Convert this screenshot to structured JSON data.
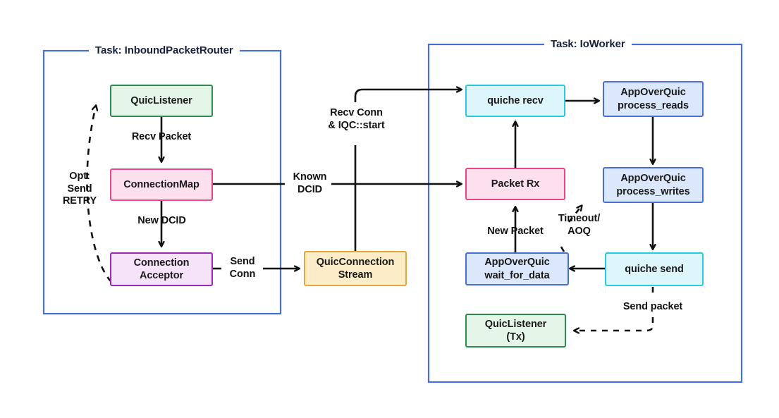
{
  "diagram": {
    "title_groups": [
      {
        "id": "inbound",
        "label": "Task: InboundPacketRouter"
      },
      {
        "id": "ioworker",
        "label": "Task: IoWorker"
      }
    ],
    "colors": {
      "group_border": "#4a6fd4",
      "green_border": "#2e8b4f",
      "green_fill": "#e4f6e8",
      "pink_border": "#e8458a",
      "pink_fill": "#fce0ee",
      "purple_border": "#9b28b8",
      "purple_fill": "#f6e3fa",
      "orange_border": "#e0a93a",
      "orange_fill": "#fdecc8",
      "cyan_border": "#2ec8dd",
      "cyan_fill": "#dcf6fb",
      "blue_border": "#4a6fd4",
      "blue_fill": "#dbe7fb",
      "arrow": "#111111"
    },
    "nodes": [
      {
        "id": "quic-listener",
        "label": "QuicListener",
        "group": "inbound",
        "color": "green"
      },
      {
        "id": "connection-map",
        "label": "ConnectionMap",
        "group": "inbound",
        "color": "pink"
      },
      {
        "id": "connection-acceptor",
        "label": "Connection\nAcceptor",
        "group": "inbound",
        "color": "purple"
      },
      {
        "id": "quic-connection-stream",
        "label": "QuicConnection\nStream",
        "group": "none",
        "color": "orange"
      },
      {
        "id": "quiche-recv",
        "label": "quiche recv",
        "group": "ioworker",
        "color": "cyan"
      },
      {
        "id": "process-reads",
        "label": "AppOverQuic\nprocess_reads",
        "group": "ioworker",
        "color": "blue"
      },
      {
        "id": "packet-rx",
        "label": "Packet Rx",
        "group": "ioworker",
        "color": "pink"
      },
      {
        "id": "process-writes",
        "label": "AppOverQuic\nprocess_writes",
        "group": "ioworker",
        "color": "blue"
      },
      {
        "id": "wait-for-data",
        "label": "AppOverQuic\nwait_for_data",
        "group": "ioworker",
        "color": "blue"
      },
      {
        "id": "quiche-send",
        "label": "quiche send",
        "group": "ioworker",
        "color": "cyan"
      },
      {
        "id": "quic-listener-tx",
        "label": "QuicListener\n(Tx)",
        "group": "ioworker",
        "color": "green"
      }
    ],
    "edges": [
      {
        "id": "recv-packet",
        "label": "Recv Packet",
        "from": "quic-listener",
        "to": "connection-map",
        "style": "solid"
      },
      {
        "id": "new-dcid",
        "label": "New DCID",
        "from": "connection-map",
        "to": "connection-acceptor",
        "style": "solid"
      },
      {
        "id": "opt-send-retry",
        "label": "Opt:\nSend\nRETRY",
        "from": "connection-acceptor",
        "to": "quic-listener",
        "style": "dashed"
      },
      {
        "id": "send-conn",
        "label": "Send\nConn",
        "from": "connection-acceptor",
        "to": "quic-connection-stream",
        "style": "solid"
      },
      {
        "id": "known-dcid",
        "label": "Known\nDCID",
        "from": "connection-map",
        "to": "packet-rx",
        "style": "solid"
      },
      {
        "id": "recv-conn-iqc-start",
        "label": "Recv Conn\n& IQC::start",
        "from": "quic-connection-stream",
        "to": "quiche-recv",
        "style": "solid"
      },
      {
        "id": "recv-to-reads",
        "label": "",
        "from": "quiche-recv",
        "to": "process-reads",
        "style": "solid"
      },
      {
        "id": "reads-to-writes",
        "label": "",
        "from": "process-reads",
        "to": "process-writes",
        "style": "solid"
      },
      {
        "id": "rx-to-recv",
        "label": "",
        "from": "packet-rx",
        "to": "quiche-recv",
        "style": "solid"
      },
      {
        "id": "new-packet",
        "label": "New Packet",
        "from": "wait-for-data",
        "to": "packet-rx",
        "style": "solid"
      },
      {
        "id": "timeout-aoq",
        "label": "Timeout/\nAOQ",
        "from": "wait-for-data",
        "to": "process-writes",
        "style": "dashed"
      },
      {
        "id": "writes-to-send",
        "label": "",
        "from": "process-writes",
        "to": "quiche-send",
        "style": "solid"
      },
      {
        "id": "send-to-wait",
        "label": "",
        "from": "quiche-send",
        "to": "wait-for-data",
        "style": "solid"
      },
      {
        "id": "send-packet",
        "label": "Send packet",
        "from": "quiche-send",
        "to": "quic-listener-tx",
        "style": "dashed"
      }
    ]
  }
}
